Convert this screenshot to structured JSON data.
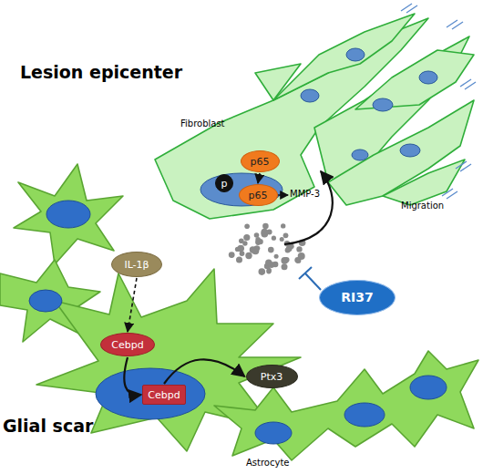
{
  "diagram": {
    "nodes": [
      {
        "text": [
          "p65"
        ]
      },
      {
        "text": [
          "p"
        ]
      },
      {
        "text": [
          "p65"
        ]
      },
      {
        "text": [
          "IL-1β"
        ]
      },
      {
        "text": [
          "Cebpd"
        ]
      },
      {
        "text": [
          "Cebpd"
        ]
      },
      {
        "text": [
          "Ptx3"
        ]
      },
      {
        "text": [
          "RI37"
        ]
      }
    ],
    "edges": [
      {
        "from": 0,
        "to": 2,
        "arrow": "to"
      },
      {
        "from": 3,
        "to": 4,
        "arrow": "to"
      },
      {
        "from": 4,
        "to": 5,
        "arrow": "to"
      },
      {
        "from": 5,
        "to": 6,
        "arrow": "to"
      }
    ],
    "labels": [
      "Lesion epicenter",
      "Fibroblast",
      "Migration",
      "MMP-3",
      "Glial scar",
      "Astrocyte"
    ]
  }
}
